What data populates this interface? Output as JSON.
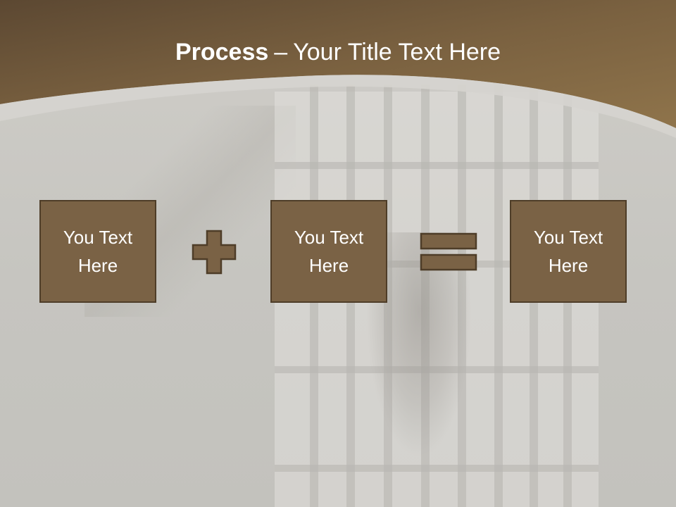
{
  "slide": {
    "title_bold": "Process",
    "title_dash": "–",
    "title_rest": "Your Title Text Here"
  },
  "process": {
    "boxes": [
      {
        "text": "You Text Here"
      },
      {
        "text": "You Text Here"
      },
      {
        "text": "You Text Here"
      }
    ],
    "operators": [
      "plus-icon",
      "equals-icon"
    ]
  },
  "colors": {
    "header_top": "#5e4a33",
    "header_bottom": "#8d7149",
    "box_fill": "#7a6245",
    "box_border": "#4e3d28",
    "background": "#c5c4bf",
    "text": "#ffffff"
  }
}
